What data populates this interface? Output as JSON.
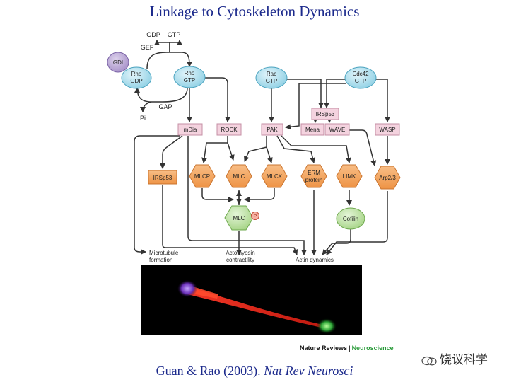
{
  "title": "Linkage to Cytoskeleton Dynamics",
  "citation": {
    "authors": "Guan & Rao (2003). ",
    "journal": "Nat Rev Neurosci"
  },
  "brand": {
    "left": "Nature Reviews",
    "right": "Neuroscience"
  },
  "watermark": "饶议科学",
  "diagram": {
    "top_labels": {
      "gdp": "GDP",
      "gtp": "GTP",
      "gef": "GEF",
      "gap": "GAP",
      "pi": "Pi"
    },
    "nodes": {
      "gdi": "GDI",
      "rho_gdp": [
        "Rho",
        "GDP"
      ],
      "rho_gtp": [
        "Rho",
        "GTP"
      ],
      "rac_gtp": [
        "Rac",
        "GTP"
      ],
      "cdc42_gtp": [
        "Cdc42",
        "GTP"
      ],
      "irsp53_top": "IRSp53",
      "mdia": "mDia",
      "rock": "ROCK",
      "pak": "PAK",
      "mena": "Mena",
      "wave": "WAVE",
      "wasp": "WASP",
      "irsp53_mid": "IRSp53",
      "mlcp": "MLCP",
      "mlc": "MLC",
      "mlck": "MLCK",
      "erm": [
        "ERM",
        "protein"
      ],
      "limk": "LIMK",
      "arp23": "Arp2/3",
      "mlc_p": "MLC",
      "p_badge": "P",
      "cofilin": "Cofilin"
    },
    "outputs": {
      "microtubule": [
        "Microtubule",
        "formation"
      ],
      "actomyosin": [
        "Actomyosin",
        "contractility"
      ],
      "actin": "Actin dynamics"
    }
  },
  "colors": {
    "title_text": "#1c2a8c",
    "gtpase_fill": "#a9dcea",
    "effector_fill": "#f4d3df",
    "hex_fill": "#f2a45f",
    "green_fill": "#b9dd9d",
    "gdi_fill": "#b7a3d3"
  }
}
